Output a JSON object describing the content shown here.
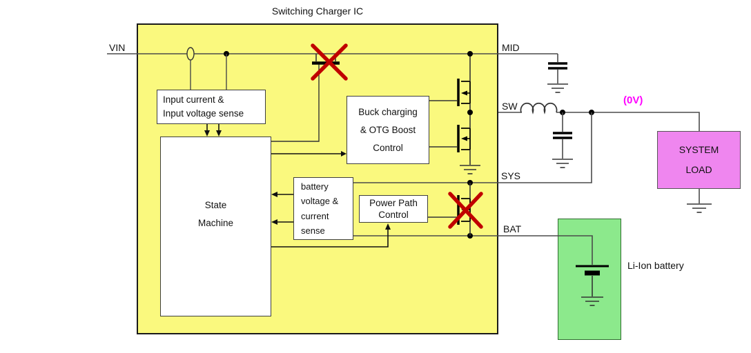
{
  "title": "Switching Charger IC",
  "pins": {
    "vin": "VIN",
    "mid": "MID",
    "sw": "SW",
    "sys": "SYS",
    "bat": "BAT"
  },
  "annotations": {
    "sw_voltage": "(0V)",
    "battery_label": "Li-Ion battery"
  },
  "blocks": {
    "input_sense": {
      "line1": "Input current &",
      "line2": "Input voltage sense"
    },
    "state_machine": {
      "line1": "State",
      "line2": "Machine"
    },
    "buck_control": {
      "line1": "Buck charging",
      "line2": "& OTG Boost",
      "line3": "Control"
    },
    "battery_sense": {
      "line1": "battery",
      "line2": "voltage &",
      "line3": "current",
      "line4": "sense"
    },
    "power_path": {
      "line1": "Power Path",
      "line2": "Control"
    },
    "system_load": {
      "line1": "SYSTEM",
      "line2": "LOAD"
    }
  },
  "colors": {
    "ic_fill": "#FAF97E",
    "ic_border": "#1A1A1A",
    "battery_fill": "#8CE98C",
    "battery_border": "#2E6B2E",
    "load_fill": "#EF86EF",
    "load_border": "#555555",
    "wire": "#4A4A4A",
    "symbol": "#000000",
    "cross_red": "#C00000",
    "annotation_magenta": "#FF00FF"
  }
}
